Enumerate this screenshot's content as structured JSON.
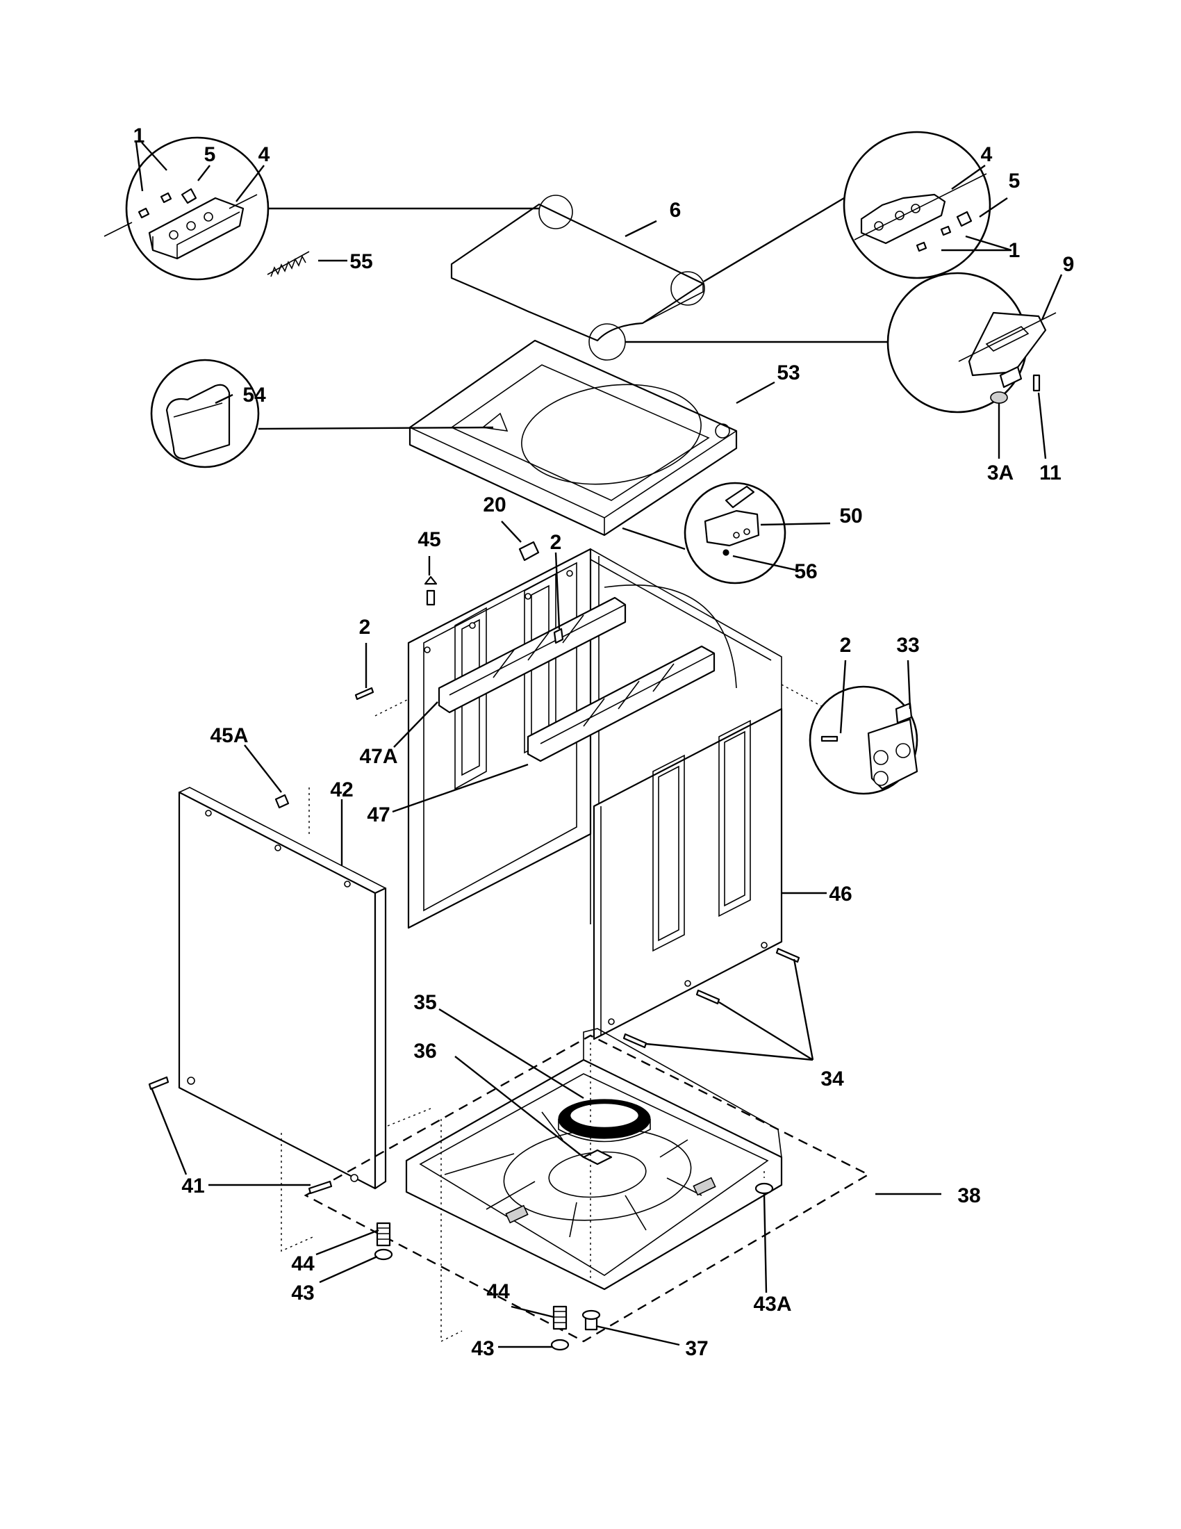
{
  "callouts": {
    "c1_left": "1",
    "c5_left": "5",
    "c4_left": "4",
    "c55": "55",
    "c6": "6",
    "c4_right": "4",
    "c5_right": "5",
    "c1_right": "1",
    "c9": "9",
    "c53": "53",
    "c54": "54",
    "c3a": "3A",
    "c11": "11",
    "c20": "20",
    "c45": "45",
    "c2_top": "2",
    "c50": "50",
    "c56": "56",
    "c2_left": "2",
    "c2_right": "2",
    "c33": "33",
    "c47a": "47A",
    "c45a": "45A",
    "c42": "42",
    "c47": "47",
    "c46": "46",
    "c35": "35",
    "c36": "36",
    "c34": "34",
    "c38": "38",
    "c41": "41",
    "c44_left": "44",
    "c43_left": "43",
    "c44_bottom": "44",
    "c43_bottom": "43",
    "c37": "37",
    "c43a": "43A"
  }
}
